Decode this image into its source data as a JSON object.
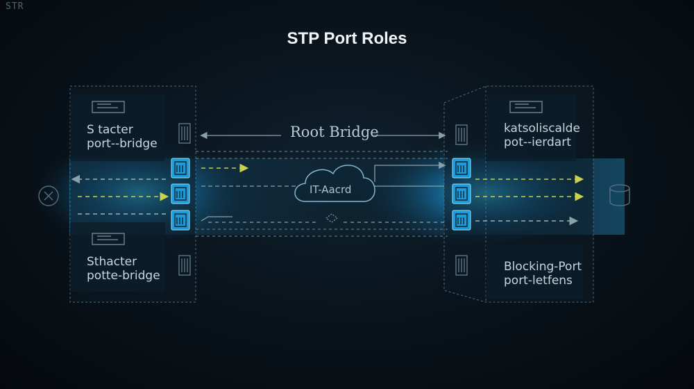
{
  "corner_text": "STR",
  "title": "STP Port Roles",
  "center_label": "Root Bridge",
  "cloud_label": "IT-Aacrd",
  "left_switch": {
    "top_line1": "S tacter",
    "top_line2": "port--bridge",
    "bottom_line1": "Sthacter",
    "bottom_line2": "potte-bridge"
  },
  "right_switch": {
    "top_line1": "katsoliscalde",
    "top_line2": "pot--ierdart",
    "bottom_line1": "Blocking-Port",
    "bottom_line2": "port-letfens"
  },
  "colors": {
    "accent_blue": "#39c6ff",
    "dashed_line": "#6f8895",
    "arrow_yellow": "#c9d24a",
    "arrow_gray": "#8aa0ab"
  },
  "icons": [
    "x-circle-icon",
    "database-icon",
    "port-icon"
  ]
}
